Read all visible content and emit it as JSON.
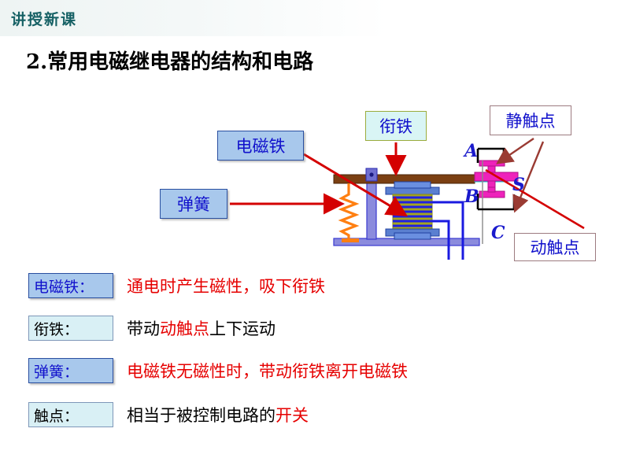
{
  "header": {
    "banner_text": "讲授新课",
    "banner_color": "#156064"
  },
  "page_title": "2.常用电磁继电器的结构和电路",
  "callouts": [
    {
      "id": "electromagnet",
      "label": "电磁铁",
      "style": "blue"
    },
    {
      "id": "armature",
      "label": "衔铁",
      "style": "cyan"
    },
    {
      "id": "static-contact",
      "label": "静触点",
      "style": "white"
    },
    {
      "id": "spring",
      "label": "弹簧",
      "style": "blue"
    },
    {
      "id": "moving-contact",
      "label": "动触点",
      "style": "white"
    }
  ],
  "diagram_labels": {
    "A": "A",
    "B": "B",
    "S": "S",
    "C": "C"
  },
  "definitions": [
    {
      "key": "电磁铁：",
      "key_style": "blue",
      "value_parts": [
        {
          "text": "通电时产生磁性，吸下衔铁",
          "color": "#e60000"
        }
      ]
    },
    {
      "key": "衔铁：",
      "key_style": "cyan",
      "value_parts": [
        {
          "text": "带动",
          "color": "#000000"
        },
        {
          "text": "动触点",
          "color": "#e60000"
        },
        {
          "text": "上下运动",
          "color": "#000000"
        }
      ]
    },
    {
      "key": "弹簧：",
      "key_style": "blue",
      "value_parts": [
        {
          "text": "电磁铁无磁性时，带动衔铁离开电磁铁",
          "color": "#e60000"
        }
      ]
    },
    {
      "key": "触点：",
      "key_style": "cyan",
      "value_parts": [
        {
          "text": "相当于被控制电路的",
          "color": "#000000"
        },
        {
          "text": "开关",
          "color": "#e60000"
        }
      ]
    }
  ],
  "colors": {
    "accent_red": "#e60000",
    "label_blue": "#1111cc",
    "callout_blue_fill": "#a8c8ec",
    "callout_cyan_fill": "#d9f5f5",
    "contact_magenta": "#ee22bb",
    "armature_brown": "#7b3f12",
    "spring_orange": "#ff7f11",
    "coil_olive": "#a5a520",
    "wire_blue": "#1a1ae0",
    "connector_cyan": "#22e8ee",
    "post_purple": "#8b8bdd"
  }
}
